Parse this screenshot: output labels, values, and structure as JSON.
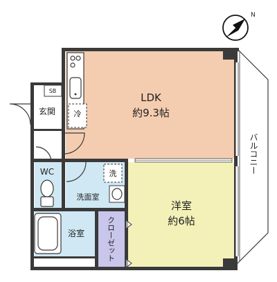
{
  "colors": {
    "ldk": "#f4cdb0",
    "bedroom": "#f3f1b8",
    "wet_area": "#cfe8f4",
    "closet": "#c9c6ec",
    "balcony": "#ffffff",
    "wall": "#3a3a3a"
  },
  "labels": {
    "ldk_name": "LDK",
    "ldk_size": "約9.3帖",
    "bedroom_name": "洋室",
    "bedroom_size": "約6帖",
    "entrance": "玄関",
    "wc": "WC",
    "washroom": "洗面室",
    "bath": "浴室",
    "closet": "クローゼット",
    "balcony": "バルコニー",
    "fridge": "冷",
    "washer": "洗",
    "shoe_box": "SB",
    "compass": "N"
  },
  "icons": [
    "compass-icon",
    "stove-icon",
    "sink-icon",
    "toilet-icon",
    "basin-icon",
    "bathtub-icon",
    "door-swing-icon"
  ]
}
